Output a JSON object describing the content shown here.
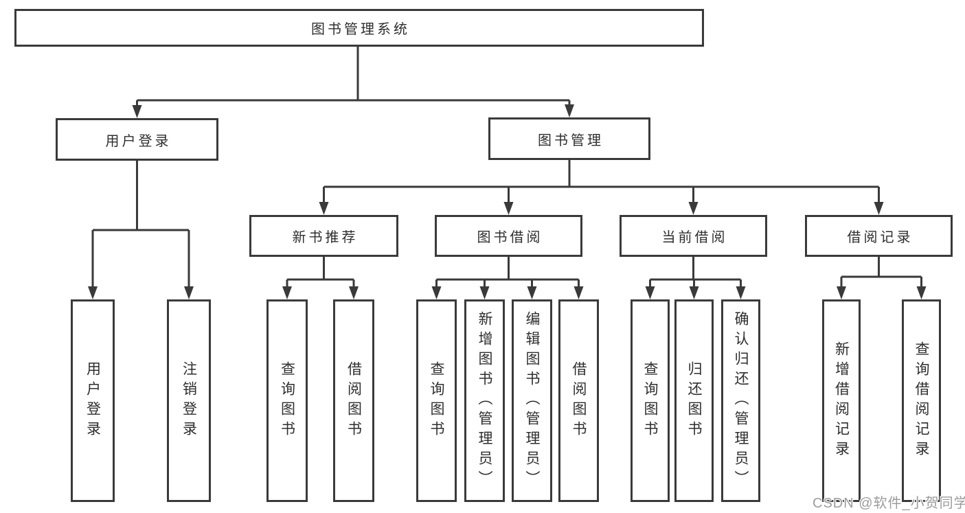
{
  "diagram": {
    "root": {
      "label": "图书管理系统"
    },
    "level1": [
      {
        "label": "用户登录"
      },
      {
        "label": "图书管理"
      }
    ],
    "level2": [
      {
        "label": "新书推荐"
      },
      {
        "label": "图书借阅"
      },
      {
        "label": "当前借阅"
      },
      {
        "label": "借阅记录"
      }
    ],
    "leaves": {
      "user_login": [
        "用户登录",
        "注销登录"
      ],
      "new_book_recommend": [
        "查询图书",
        "借阅图书"
      ],
      "book_borrow": [
        "查询图书",
        "新增图书（管理员）",
        "编辑图书（管理员）",
        "借阅图书"
      ],
      "current_borrow": [
        "查询图书",
        "归还图书",
        "确认归还（管理员）"
      ],
      "borrow_records": [
        "新增借阅记录",
        "查询借阅记录"
      ]
    }
  },
  "watermark": {
    "text": "CSDN @软件_小贺同学"
  },
  "colors": {
    "line": "#3a3a3a",
    "box_border": "#3a3a3a",
    "text": "#2e2e2e",
    "watermark_text": "#9c9c9c",
    "background": "#ffffff"
  }
}
